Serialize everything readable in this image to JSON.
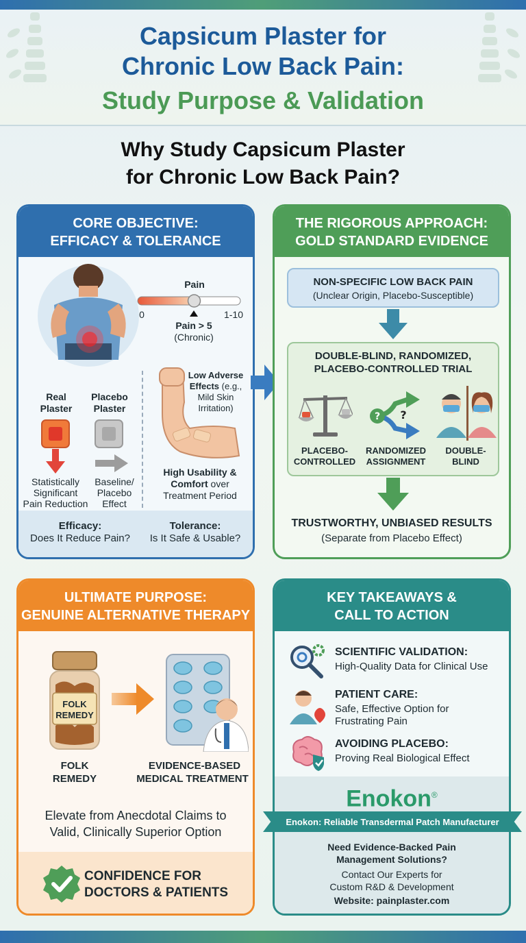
{
  "header": {
    "title_line1": "Capsicum Plaster for",
    "title_line2": "Chronic Low Back Pain:",
    "title_line3": "Study Purpose & Validation",
    "question_line1": "Why Study Capsicum Plaster",
    "question_line2": "for Chronic Low Back Pain?"
  },
  "core": {
    "heading_line1": "CORE OBJECTIVE:",
    "heading_line2": "EFFICACY & TOLERANCE",
    "pain_label": "Pain",
    "scale_min": "0",
    "scale_max": "1-10",
    "pain_threshold": "Pain > 5",
    "chronic": "(Chronic)",
    "pain_level": 0.55,
    "real_line1": "Real",
    "real_line2": "Plaster",
    "placebo_line1": "Placebo",
    "placebo_line2": "Plaster",
    "real_result_1": "Statistically",
    "real_result_2": "Significant",
    "real_result_3": "Pain Reduction",
    "placebo_result_1": "Baseline/",
    "placebo_result_2": "Placebo",
    "placebo_result_3": "Effect",
    "adverse_1": "Low Adverse",
    "adverse_2": "Effects",
    "adverse_eg": " (e.g.,",
    "adverse_3": "Mild Skin",
    "adverse_4": "Irritation)",
    "usability_1": "High Usability &",
    "usability_2a": "Comfort",
    "usability_2b": " over",
    "usability_3": "Treatment Period",
    "efficacy_title": "Efficacy:",
    "efficacy_q": "Does It Reduce Pain?",
    "tolerance_title": "Tolerance:",
    "tolerance_q": "Is It Safe & Usable?"
  },
  "approach": {
    "heading_line1": "THE RIGOROUS APPROACH:",
    "heading_line2": "GOLD STANDARD EVIDENCE",
    "nslbp_title": "NON-SPECIFIC LOW BACK PAIN",
    "nslbp_sub": "(Unclear Origin, Placebo-Susceptible)",
    "trial_line1": "DOUBLE-BLIND, RANDOMIZED,",
    "trial_line2": "PLACEBO-CONTROLLED TRIAL",
    "icon1_line1": "PLACEBO-",
    "icon1_line2": "CONTROLLED",
    "icon2_line1": "RANDOMIZED",
    "icon2_line2": "ASSIGNMENT",
    "icon3_line1": "DOUBLE-",
    "icon3_line2": "BLIND",
    "result_title": "TRUSTWORTHY, UNBIASED RESULTS",
    "result_sub": "(Separate from Placebo Effect)"
  },
  "purpose": {
    "heading_line1": "ULTIMATE PURPOSE:",
    "heading_line2": "GENUINE ALTERNATIVE THERAPY",
    "jar_label_1": "FOLK",
    "jar_label_2": "REMEDY",
    "folk_1": "FOLK",
    "folk_2": "REMEDY",
    "ebm_1": "EVIDENCE-BASED",
    "ebm_2": "MEDICAL TREATMENT",
    "elevate_1": "Elevate from Anecdotal Claims to",
    "elevate_2": "Valid, Clinically Superior Option",
    "confidence_1": "CONFIDENCE FOR",
    "confidence_2": "DOCTORS & PATIENTS"
  },
  "takeaways": {
    "heading_line1": "KEY TAKEAWAYS &",
    "heading_line2": "CALL TO ACTION",
    "item1_title": "SCIENTIFIC VALIDATION:",
    "item1_sub": "High-Quality Data for Clinical Use",
    "item2_title": "PATIENT CARE:",
    "item2_sub1": "Safe, Effective Option for",
    "item2_sub2": "Frustrating Pain",
    "item3_title": "AVOIDING PLACEBO:",
    "item3_sub": "Proving Real Biological Effect",
    "brand": "Enokon",
    "brand_mark": "®",
    "ribbon": "Enokon: Reliable Transdermal Patch Manufacturer",
    "cta_1": "Need Evidence-Backed Pain",
    "cta_2": "Management Solutions?",
    "cta_3": "Contact Our Experts for",
    "cta_4": "Custom R&D & Development",
    "website": "Website: painplaster.com"
  },
  "colors": {
    "blue": "#2f6fae",
    "green": "#4f9e58",
    "orange": "#ee8a2a",
    "teal": "#2a8c88"
  }
}
